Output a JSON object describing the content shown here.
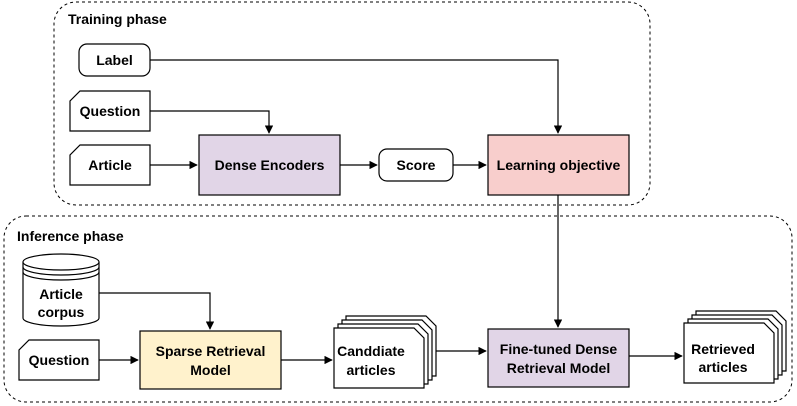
{
  "phases": {
    "training": "Training phase",
    "inference": "Inference phase"
  },
  "training": {
    "label": "Label",
    "question": "Question",
    "article": "Article",
    "dense_encoders": "Dense Encoders",
    "score": "Score",
    "learning_objective": "Learning objective"
  },
  "inference": {
    "article_corpus_1": "Article",
    "article_corpus_2": "corpus",
    "question": "Question",
    "sparse_model_1": "Sparse Retrieval",
    "sparse_model_2": "Model",
    "candidate_1": "Canddiate",
    "candidate_2": "articles",
    "dense_model_1": "Fine-tuned Dense",
    "dense_model_2": "Retrieval Model",
    "retrieved_1": "Retrieved",
    "retrieved_2": "articles"
  },
  "colors": {
    "dense_encoders_fill": "#e1d5e7",
    "learning_objective_fill": "#f8cecc",
    "sparse_model_fill": "#fff2cc",
    "dense_model_fill": "#e1d5e7",
    "default_fill": "#ffffff"
  }
}
